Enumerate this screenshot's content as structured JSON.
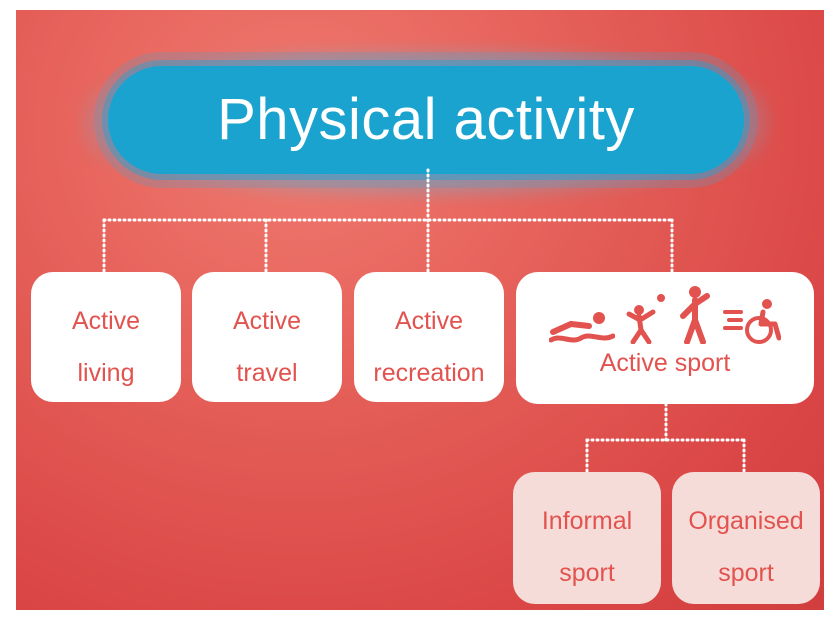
{
  "title": "Physical activity",
  "nodes": {
    "active_living": {
      "line1": "Active",
      "line2": "living",
      "icon": "heart-hands-icon"
    },
    "active_travel": {
      "line1": "Active",
      "line2": "travel",
      "icon": "cyclist-icon"
    },
    "active_recreation": {
      "line1": "Active",
      "line2": "recreation",
      "icon": "dog-walker-icon"
    },
    "active_sport": {
      "label": "Active sport",
      "icons": [
        "swimmer-icon",
        "ball-player-icon",
        "runner-icon",
        "wheelchair-icon"
      ]
    },
    "informal_sport": {
      "line1": "Informal",
      "line2": "sport",
      "icon": "sprinter-icon"
    },
    "organised_sport": {
      "line1": "Organised",
      "line2": "sport",
      "icon": "footballer-icon"
    }
  },
  "colors": {
    "background": "#e35b55",
    "title_pill": "#1aa3cf",
    "box": "#ffffff",
    "box_pale": "#f6dcd8",
    "accent": "#e2524e",
    "connector": "#ffffff"
  }
}
